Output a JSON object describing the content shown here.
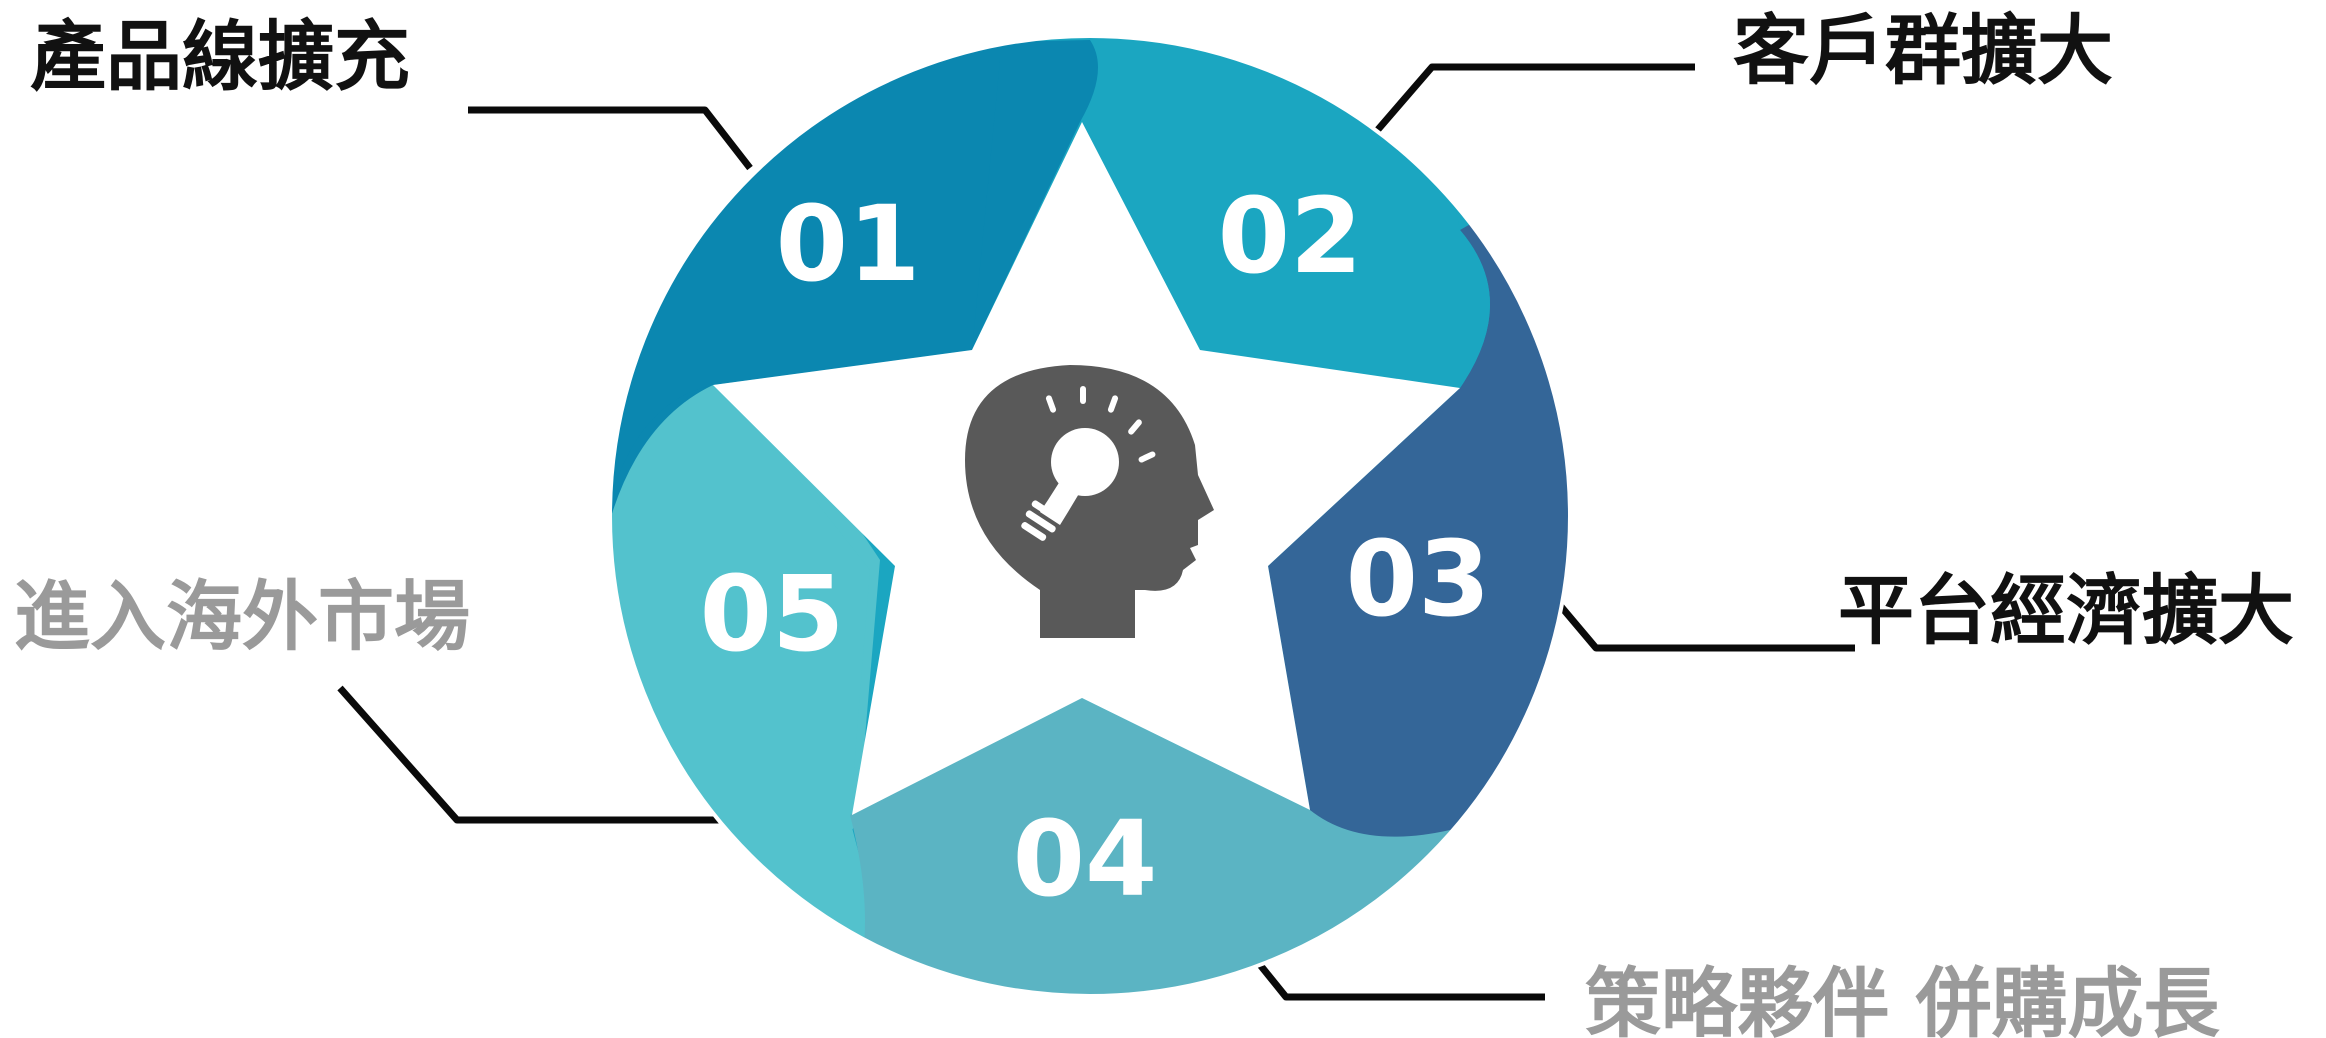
{
  "segments": [
    {
      "number": "01",
      "label": "產品線擴充",
      "color": "#0b87b0"
    },
    {
      "number": "02",
      "label": "客戶群擴大",
      "color": "#1ba6c1"
    },
    {
      "number": "03",
      "label": "平台經濟擴大",
      "color": "#346698"
    },
    {
      "number": "04",
      "label": "策略夥伴 併購成長",
      "color": "#5bb4c3"
    },
    {
      "number": "05",
      "label": "進入海外市場",
      "color": "#53c2cd"
    }
  ],
  "center_icon": "head-lightbulb-icon",
  "colors": {
    "label_dark": "#111111",
    "label_grey": "#9a9a9a",
    "icon": "#595959",
    "connector": "#0a0a0a"
  }
}
